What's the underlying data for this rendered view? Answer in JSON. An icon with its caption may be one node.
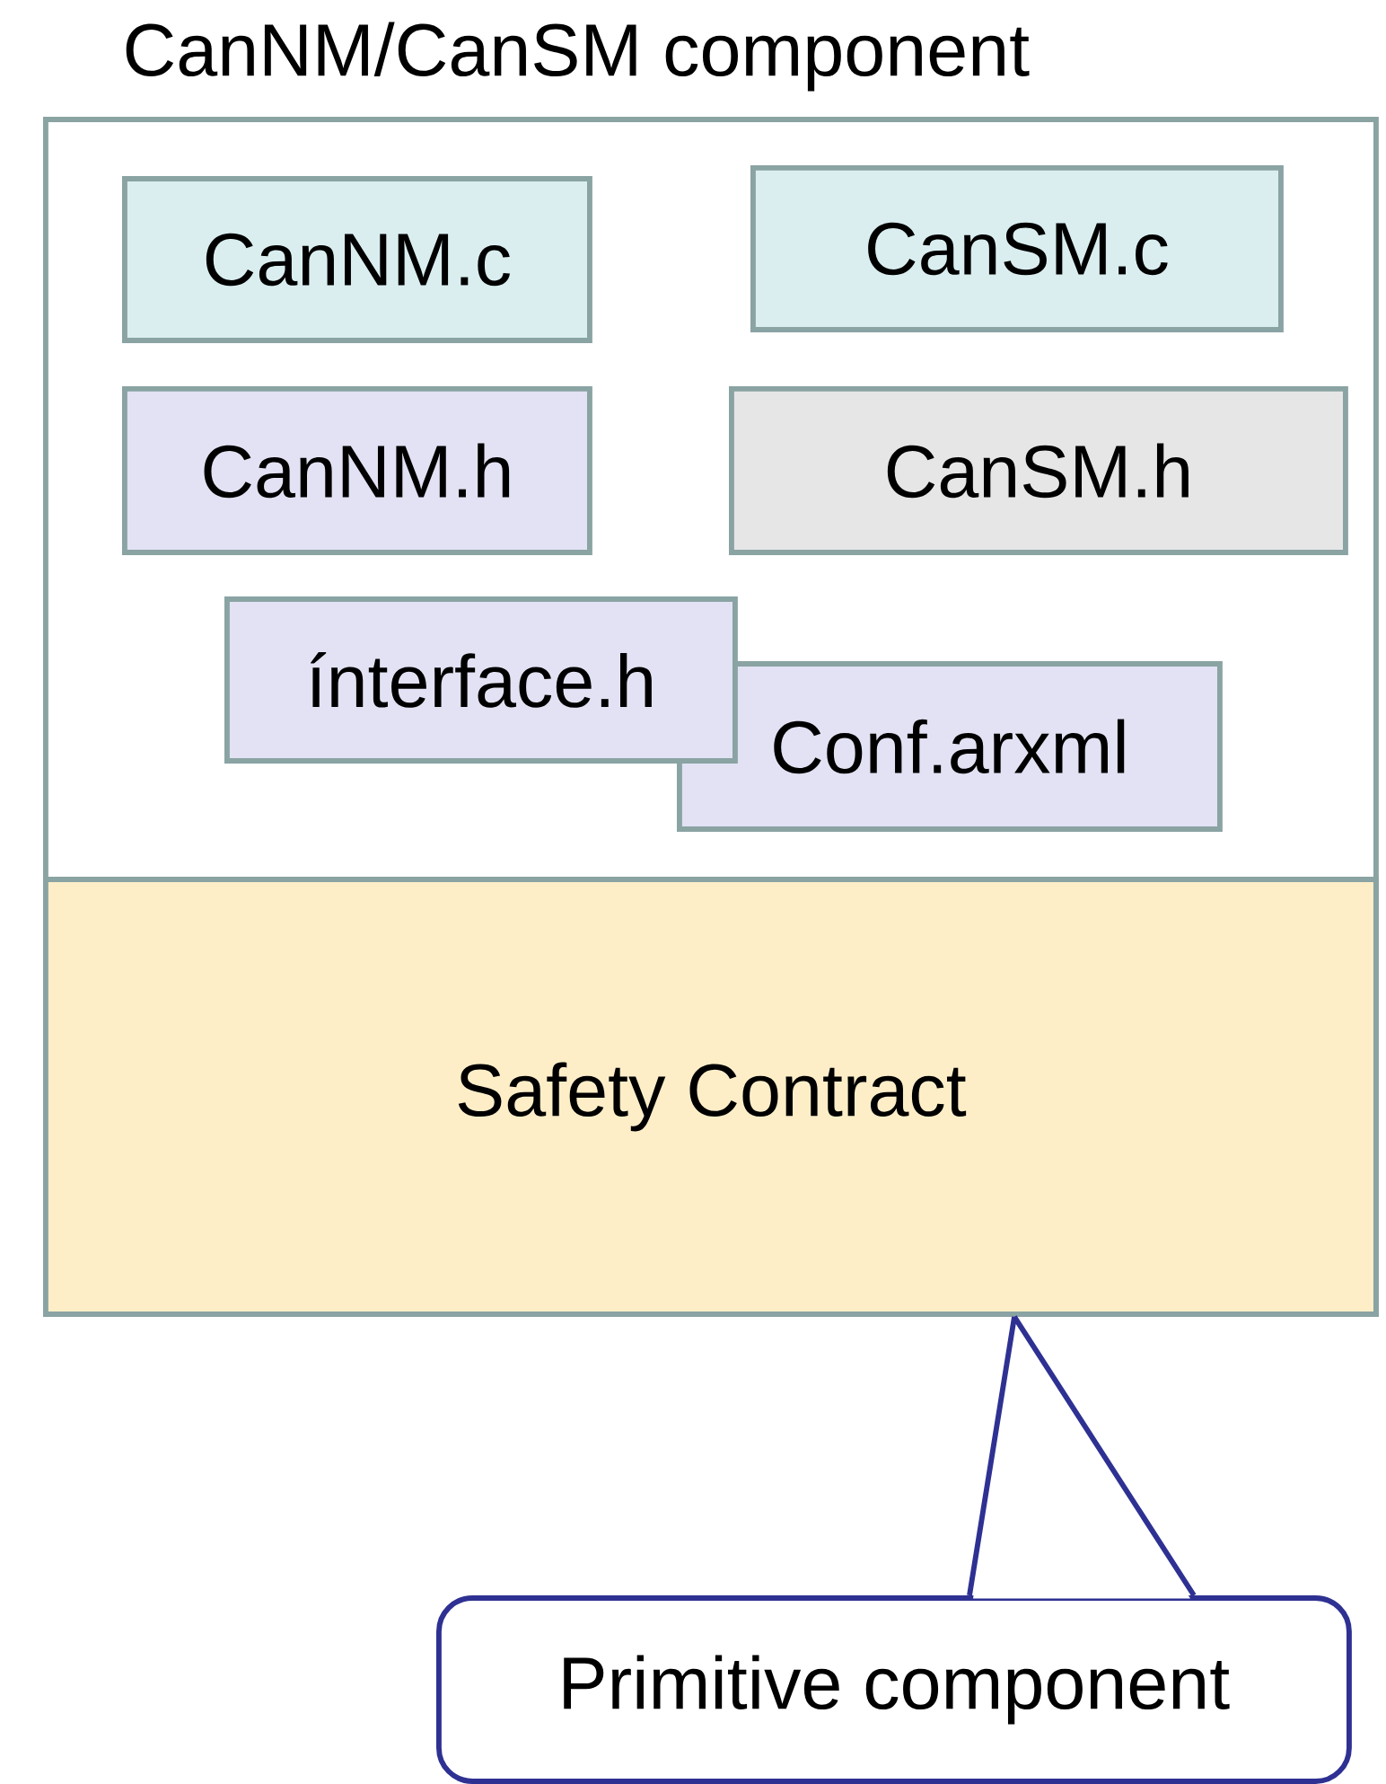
{
  "diagram": {
    "nodes": [
      {
        "text": [
          "CanNM/CanSM component"
        ]
      },
      {
        "text": [
          "CanNM.c"
        ],
        "in": 0
      },
      {
        "text": [
          "CanSM.c"
        ],
        "in": 0
      },
      {
        "text": [
          "CanNM.h"
        ],
        "in": 0
      },
      {
        "text": [
          "CanSM.h"
        ],
        "in": 0
      },
      {
        "text": [
          "ínterface.h"
        ],
        "in": 0
      },
      {
        "text": [
          "Conf.arxml"
        ],
        "in": 0
      },
      {
        "text": [
          "Safety Contract"
        ],
        "in": 0
      },
      {
        "text": [
          "Primitive component"
        ]
      }
    ],
    "edges": [
      {
        "from": 8,
        "to": 0,
        "arrow": "none",
        "color": "#2e3192"
      }
    ]
  }
}
